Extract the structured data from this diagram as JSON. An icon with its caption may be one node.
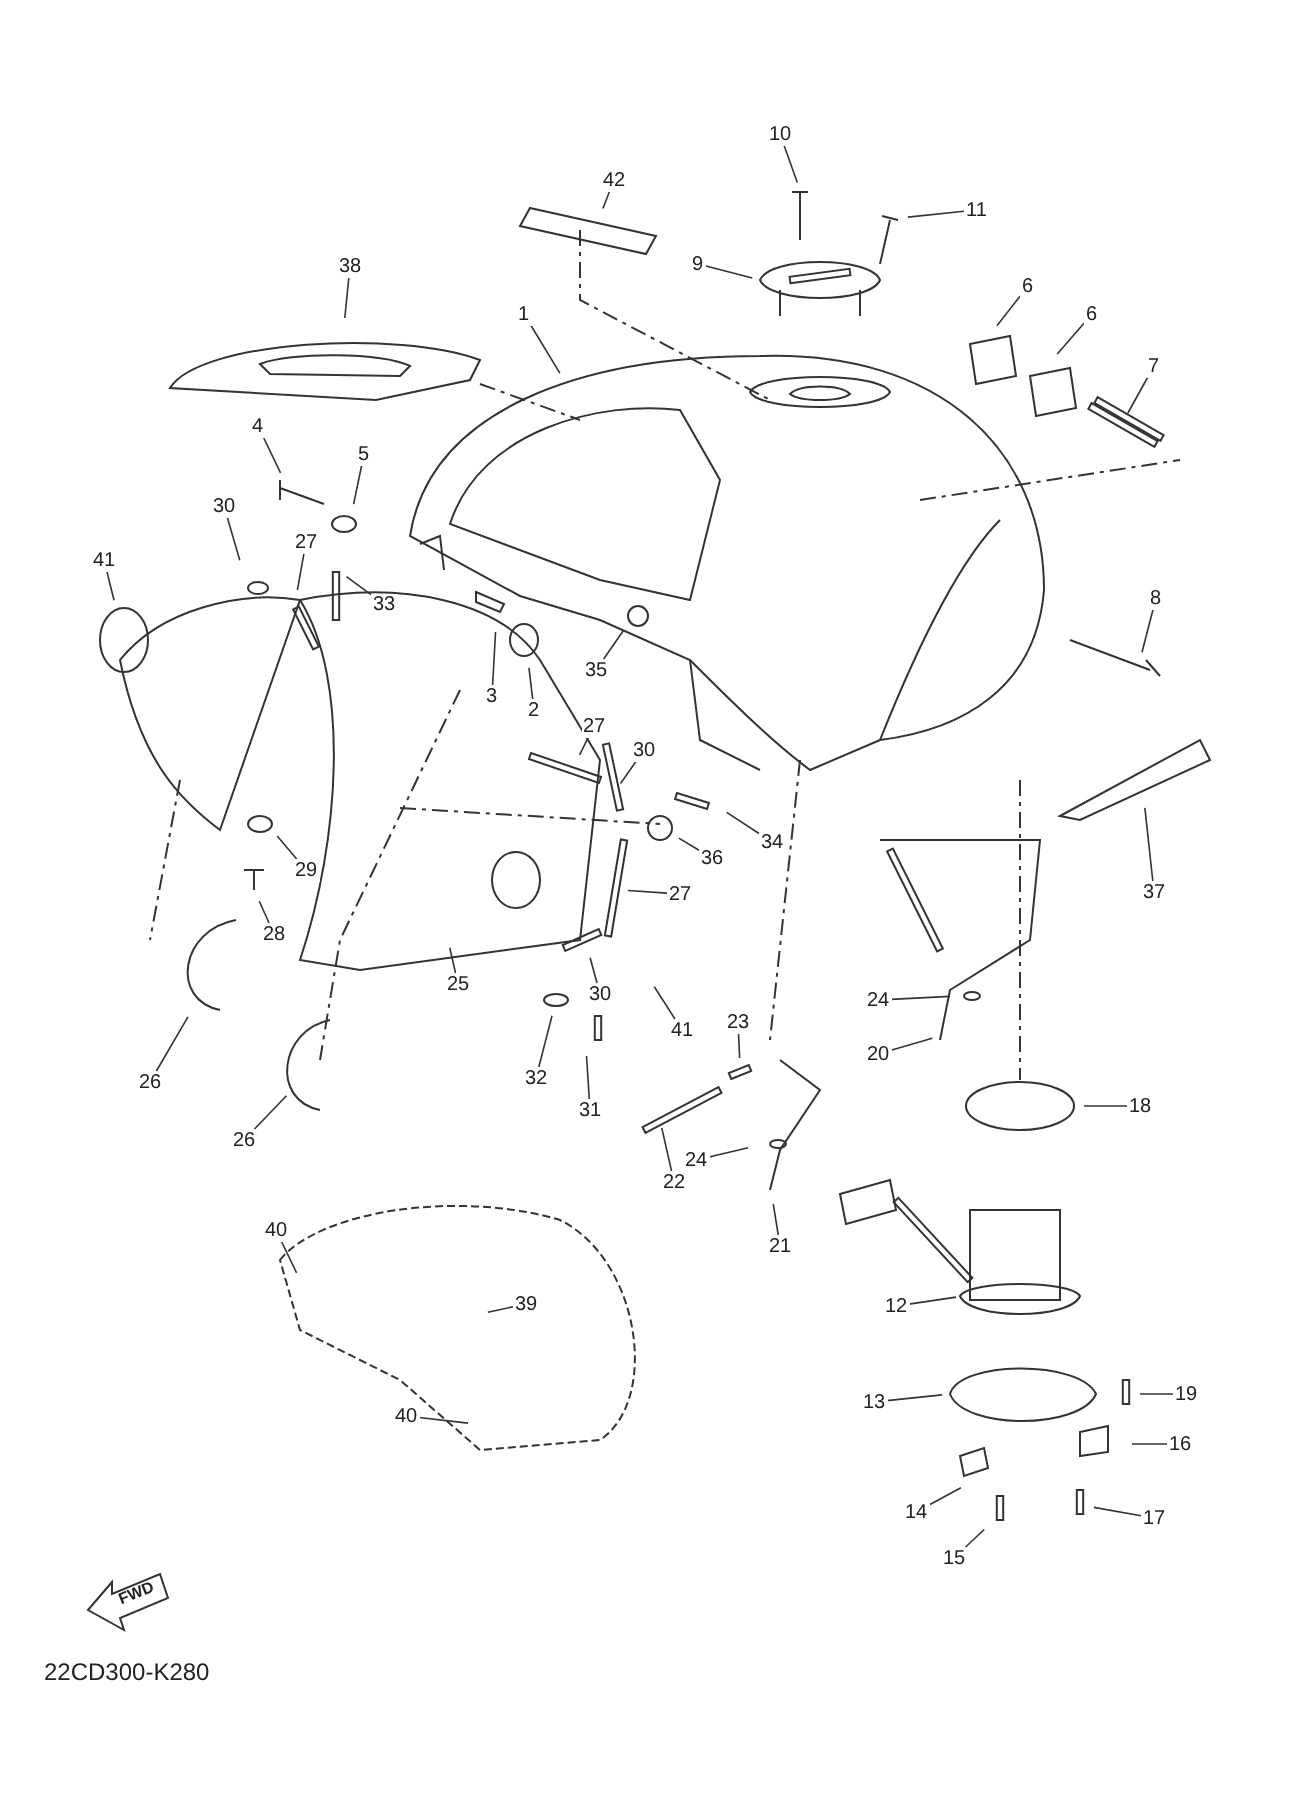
{
  "diagram": {
    "nodes": [
      {
        "text": [
          "10"
        ]
      },
      {
        "text": [
          "42"
        ]
      },
      {
        "text": [
          "11"
        ]
      },
      {
        "text": [
          "9"
        ]
      },
      {
        "text": [
          "38"
        ]
      },
      {
        "text": [
          "1"
        ]
      },
      {
        "text": [
          "6"
        ]
      },
      {
        "text": [
          "6"
        ]
      },
      {
        "text": [
          "7"
        ]
      },
      {
        "text": [
          "4"
        ]
      },
      {
        "text": [
          "5"
        ]
      },
      {
        "text": [
          "30"
        ]
      },
      {
        "text": [
          "27"
        ]
      },
      {
        "text": [
          "41"
        ]
      },
      {
        "text": [
          "33"
        ]
      },
      {
        "text": [
          "8"
        ]
      },
      {
        "text": [
          "3"
        ]
      },
      {
        "text": [
          "35"
        ]
      },
      {
        "text": [
          "2"
        ]
      },
      {
        "text": [
          "27"
        ]
      },
      {
        "text": [
          "30"
        ]
      },
      {
        "text": [
          "34"
        ]
      },
      {
        "text": [
          "36"
        ]
      },
      {
        "text": [
          "29"
        ]
      },
      {
        "text": [
          "37"
        ]
      },
      {
        "text": [
          "27"
        ]
      },
      {
        "text": [
          "28"
        ]
      },
      {
        "text": [
          "25"
        ]
      },
      {
        "text": [
          "30"
        ]
      },
      {
        "text": [
          "24"
        ]
      },
      {
        "text": [
          "41"
        ]
      },
      {
        "text": [
          "23"
        ]
      },
      {
        "text": [
          "20"
        ]
      },
      {
        "text": [
          "32"
        ]
      },
      {
        "text": [
          "26"
        ]
      },
      {
        "text": [
          "31"
        ]
      },
      {
        "text": [
          "18"
        ]
      },
      {
        "text": [
          "26"
        ]
      },
      {
        "text": [
          "22"
        ]
      },
      {
        "text": [
          "24"
        ]
      },
      {
        "text": [
          "21"
        ]
      },
      {
        "text": [
          "40"
        ]
      },
      {
        "text": [
          "39"
        ]
      },
      {
        "text": [
          "12"
        ]
      },
      {
        "text": [
          "19"
        ]
      },
      {
        "text": [
          "13"
        ]
      },
      {
        "text": [
          "40"
        ]
      },
      {
        "text": [
          "16"
        ]
      },
      {
        "text": [
          "14"
        ]
      },
      {
        "text": [
          "17"
        ]
      },
      {
        "text": [
          "15"
        ]
      }
    ],
    "edges": [
      {
        "from": 0,
        "to": null,
        "arrow": "none"
      },
      {
        "from": 1,
        "to": null,
        "arrow": "none"
      },
      {
        "from": 2,
        "to": null,
        "arrow": "none"
      },
      {
        "from": 3,
        "to": null,
        "arrow": "none"
      },
      {
        "from": 4,
        "to": null,
        "arrow": "none"
      },
      {
        "from": 5,
        "to": null,
        "arrow": "none"
      },
      {
        "from": 6,
        "to": null,
        "arrow": "none"
      },
      {
        "from": 7,
        "to": null,
        "arrow": "none"
      },
      {
        "from": 8,
        "to": null,
        "arrow": "none"
      },
      {
        "from": 9,
        "to": null,
        "arrow": "none"
      },
      {
        "from": 10,
        "to": null,
        "arrow": "none"
      },
      {
        "from": 11,
        "to": null,
        "arrow": "none"
      },
      {
        "from": 12,
        "to": null,
        "arrow": "none"
      },
      {
        "from": 13,
        "to": null,
        "arrow": "none"
      },
      {
        "from": 14,
        "to": null,
        "arrow": "none"
      },
      {
        "from": 15,
        "to": null,
        "arrow": "none"
      },
      {
        "from": 16,
        "to": null,
        "arrow": "none"
      },
      {
        "from": 17,
        "to": null,
        "arrow": "none"
      },
      {
        "from": 18,
        "to": null,
        "arrow": "none"
      },
      {
        "from": 19,
        "to": null,
        "arrow": "none"
      },
      {
        "from": 20,
        "to": null,
        "arrow": "none"
      },
      {
        "from": 21,
        "to": null,
        "arrow": "none"
      },
      {
        "from": 22,
        "to": null,
        "arrow": "none"
      },
      {
        "from": 23,
        "to": null,
        "arrow": "none"
      },
      {
        "from": 24,
        "to": null,
        "arrow": "none"
      },
      {
        "from": 25,
        "to": null,
        "arrow": "none"
      },
      {
        "from": 26,
        "to": null,
        "arrow": "none"
      },
      {
        "from": 27,
        "to": null,
        "arrow": "none"
      },
      {
        "from": 28,
        "to": null,
        "arrow": "none"
      },
      {
        "from": 29,
        "to": null,
        "arrow": "none"
      },
      {
        "from": 30,
        "to": null,
        "arrow": "none"
      },
      {
        "from": 31,
        "to": null,
        "arrow": "none"
      },
      {
        "from": 32,
        "to": null,
        "arrow": "none"
      },
      {
        "from": 33,
        "to": null,
        "arrow": "none"
      },
      {
        "from": 34,
        "to": null,
        "arrow": "none"
      },
      {
        "from": 35,
        "to": null,
        "arrow": "none"
      },
      {
        "from": 36,
        "to": null,
        "arrow": "none"
      },
      {
        "from": 37,
        "to": null,
        "arrow": "none"
      },
      {
        "from": 38,
        "to": null,
        "arrow": "none"
      },
      {
        "from": 39,
        "to": null,
        "arrow": "none"
      },
      {
        "from": 40,
        "to": null,
        "arrow": "none"
      },
      {
        "from": 41,
        "to": null,
        "arrow": "none"
      },
      {
        "from": 42,
        "to": null,
        "arrow": "none"
      },
      {
        "from": 43,
        "to": null,
        "arrow": "none"
      },
      {
        "from": 44,
        "to": null,
        "arrow": "none"
      },
      {
        "from": 45,
        "to": null,
        "arrow": "none"
      },
      {
        "from": 46,
        "to": null,
        "arrow": "none"
      },
      {
        "from": 47,
        "to": null,
        "arrow": "none"
      },
      {
        "from": 48,
        "to": null,
        "arrow": "none"
      },
      {
        "from": 49,
        "to": null,
        "arrow": "none"
      },
      {
        "from": 50,
        "to": null,
        "arrow": "none"
      }
    ],
    "labels": [
      "FWD",
      "22CD300-K280"
    ]
  }
}
